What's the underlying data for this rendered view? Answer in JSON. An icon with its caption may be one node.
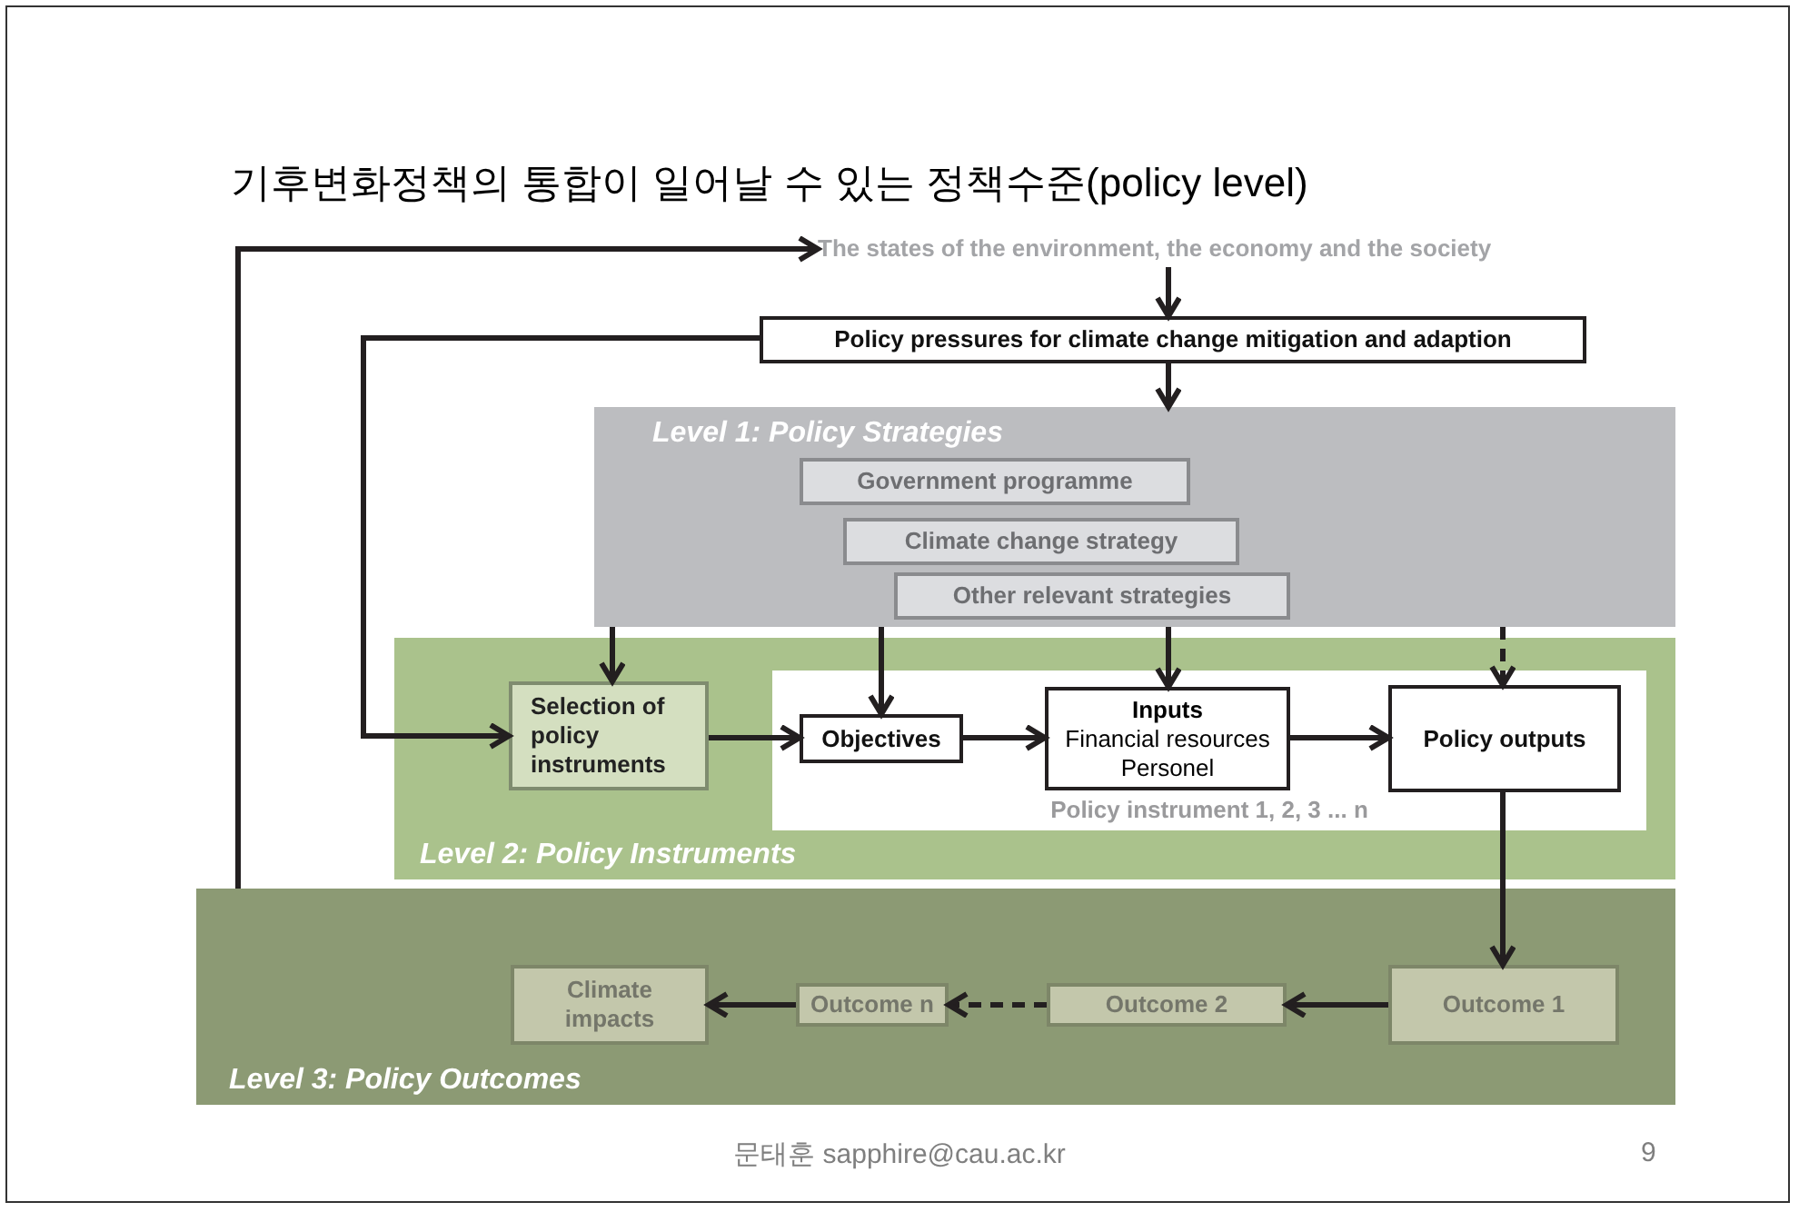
{
  "diagram": {
    "title": "기후변화정책의 통합이 일어날 수 있는 정책수준(policy level)",
    "nodes": [
      {
        "text": [
          "The states of the environment, the economy and the society"
        ]
      },
      {
        "text": [
          "Policy pressures for climate change mitigation and adaption"
        ]
      },
      {
        "text": [
          "Level 1: Policy Strategies"
        ]
      },
      {
        "text": [
          "Government programme"
        ],
        "in": 2
      },
      {
        "text": [
          "Climate change strategy"
        ],
        "in": 2
      },
      {
        "text": [
          "Other relevant strategies"
        ],
        "in": 2
      },
      {
        "text": [
          "Level 2: Policy Instruments"
        ]
      },
      {
        "text": [
          "Selection of policy instruments"
        ],
        "in": 6
      },
      {
        "text": [
          "Policy instrument 1, 2, 3 ... n"
        ],
        "in": 6
      },
      {
        "text": [
          "Objectives"
        ],
        "in": 8
      },
      {
        "text": [
          "Inputs",
          "Financial resources Personel"
        ],
        "in": 8
      },
      {
        "text": [
          "Policy outputs"
        ],
        "in": 8
      },
      {
        "text": [
          "Level 3: Policy Outcomes"
        ]
      },
      {
        "text": [
          "Climate impacts"
        ],
        "in": 12
      },
      {
        "text": [
          "Outcome n"
        ],
        "in": 12
      },
      {
        "text": [
          "Outcome 2"
        ],
        "in": 12
      },
      {
        "text": [
          "Outcome 1"
        ],
        "in": 12
      }
    ],
    "edges": [
      {
        "from": 12,
        "to": 0,
        "arrow": "to"
      },
      {
        "from": 0,
        "to": 1,
        "arrow": "to"
      },
      {
        "from": 1,
        "to": 2,
        "arrow": "to"
      },
      {
        "from": 1,
        "to": 7,
        "arrow": "to"
      },
      {
        "from": 2,
        "to": 7,
        "arrow": "to"
      },
      {
        "from": 2,
        "to": 9,
        "arrow": "to"
      },
      {
        "from": 2,
        "to": 10,
        "arrow": "to"
      },
      {
        "from": 2,
        "to": 11,
        "arrow": "to",
        "style": "dashed"
      },
      {
        "from": 7,
        "to": 9,
        "arrow": "to"
      },
      {
        "from": 9,
        "to": 10,
        "arrow": "to"
      },
      {
        "from": 10,
        "to": 11,
        "arrow": "to"
      },
      {
        "from": 11,
        "to": 16,
        "arrow": "to"
      },
      {
        "from": 16,
        "to": 15,
        "arrow": "to"
      },
      {
        "from": 15,
        "to": 14,
        "arrow": "to",
        "style": "dashed"
      },
      {
        "from": 14,
        "to": 13,
        "arrow": "to"
      }
    ],
    "labels": [
      "문태훈 sapphire@cau.ac.kr",
      "9"
    ]
  }
}
